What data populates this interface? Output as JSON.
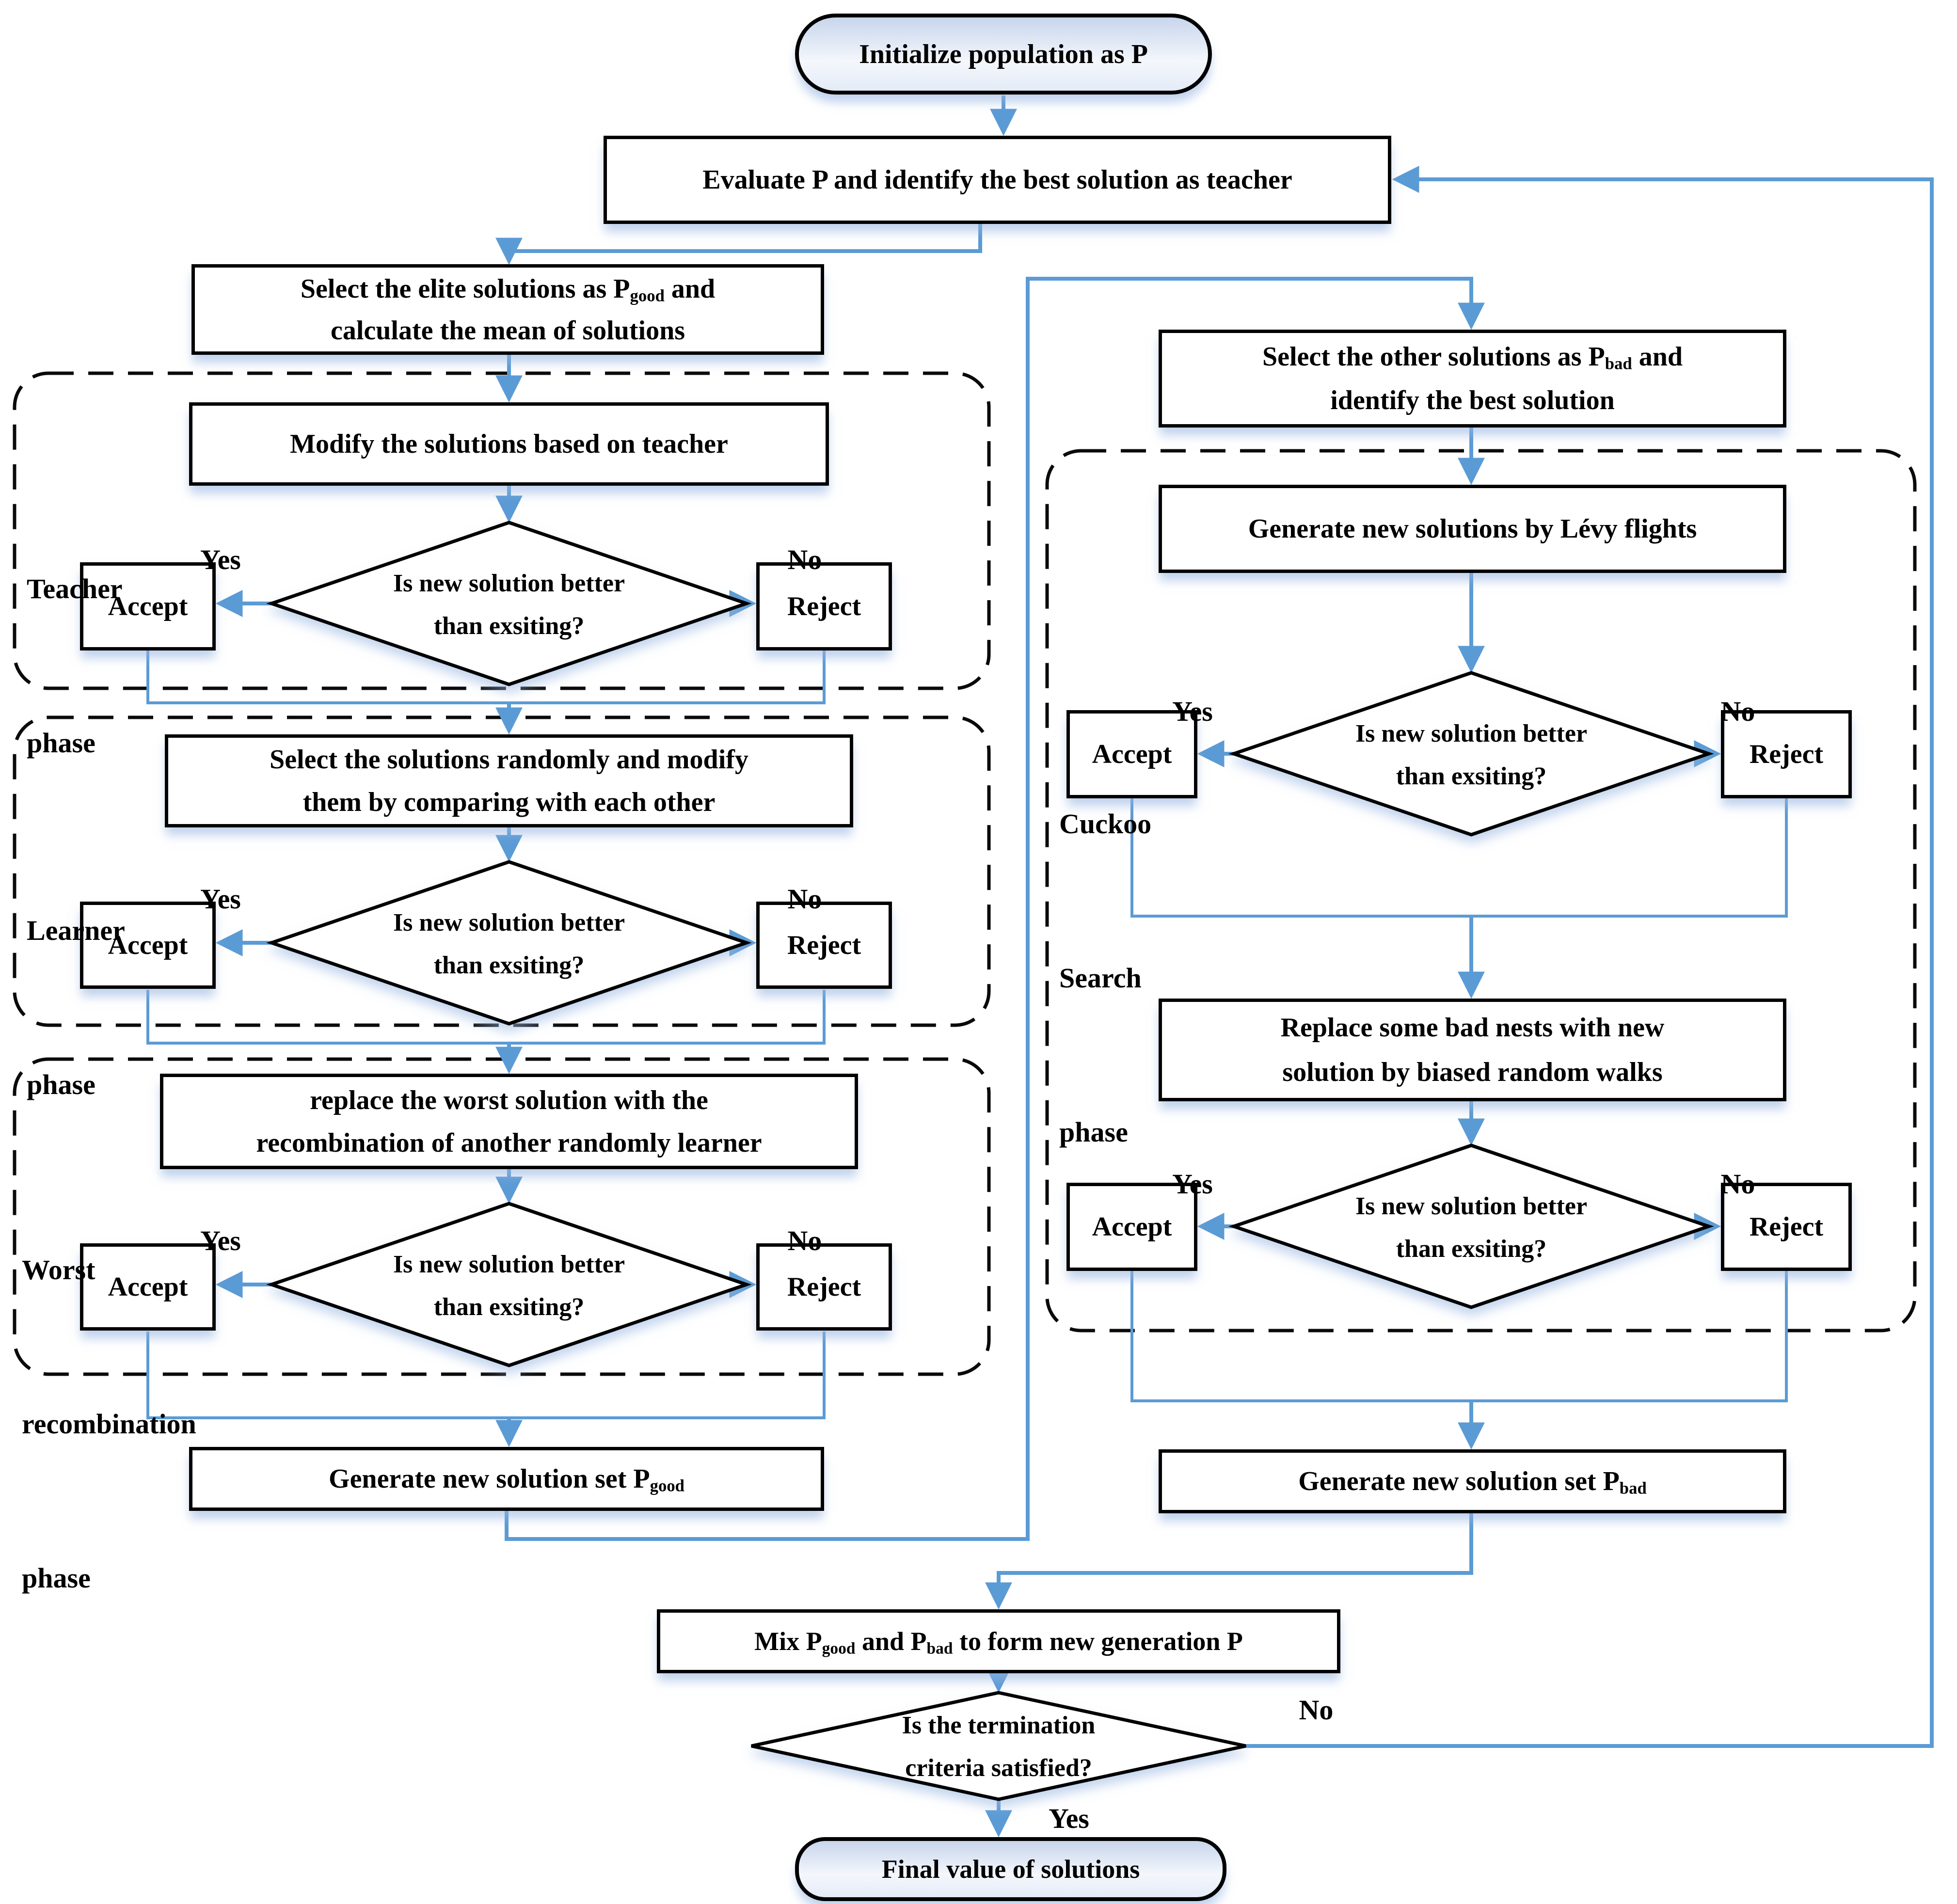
{
  "palette": {
    "line_blue": "#5B9BD5",
    "box_border": "#000000",
    "box_fill": "#ffffff",
    "terminal_fill_top": "#c8d5ec",
    "shadow_blue": "#9ab7e2"
  },
  "nodes": {
    "init": {
      "label": "Initialize population as P"
    },
    "evaluate": {
      "label": "Evaluate P and identify the best solution as teacher"
    },
    "select_elite": {
      "l1_pre": "Select the elite solutions as P",
      "l1_sub": "good",
      "l1_post": " and",
      "l2": "calculate the mean of solutions"
    },
    "modify": {
      "label": "Modify the solutions based on teacher"
    },
    "select_random": {
      "l1": "Select the solutions randomly and modify",
      "l2": "them by comparing with each other"
    },
    "replace_worst": {
      "l1": "replace the worst solution with the",
      "l2": "recombination of another randomly learner"
    },
    "gen_good": {
      "pre": "Generate new solution set P",
      "sub": "good"
    },
    "select_other": {
      "l1_pre": "Select the other solutions as P",
      "l1_sub": "bad",
      "l1_post": " and",
      "l2": "identify the best solution"
    },
    "levy": {
      "label": "Generate new solutions by Lévy flights"
    },
    "replace_nests": {
      "l1": "Replace some bad nests with new",
      "l2": "solution by biased random walks"
    },
    "gen_bad": {
      "pre": "Generate new solution set P",
      "sub": "bad"
    },
    "mix": {
      "pre": "Mix P",
      "sub1": "good",
      "mid": " and P",
      "sub2": "bad",
      "post": " to form new generation P"
    },
    "final": {
      "label": "Final value of solutions"
    }
  },
  "decisions": {
    "better": {
      "l1": "Is new solution better",
      "l2": "than exsiting?"
    },
    "termination": {
      "l1": "Is the termination",
      "l2": "criteria satisfied?"
    }
  },
  "labels": {
    "yes": "Yes",
    "no": "No",
    "accept": "Accept",
    "reject": "Reject"
  },
  "phases": {
    "teacher": {
      "l1": "Teacher",
      "l2": "phase"
    },
    "learner": {
      "l1": "Learner",
      "l2": "phase"
    },
    "worst": {
      "l1": "Worst",
      "l2": "recombination",
      "l3": "phase"
    },
    "cuckoo": {
      "l1": "Cuckoo",
      "l2": "Search",
      "l3": "phase"
    }
  }
}
